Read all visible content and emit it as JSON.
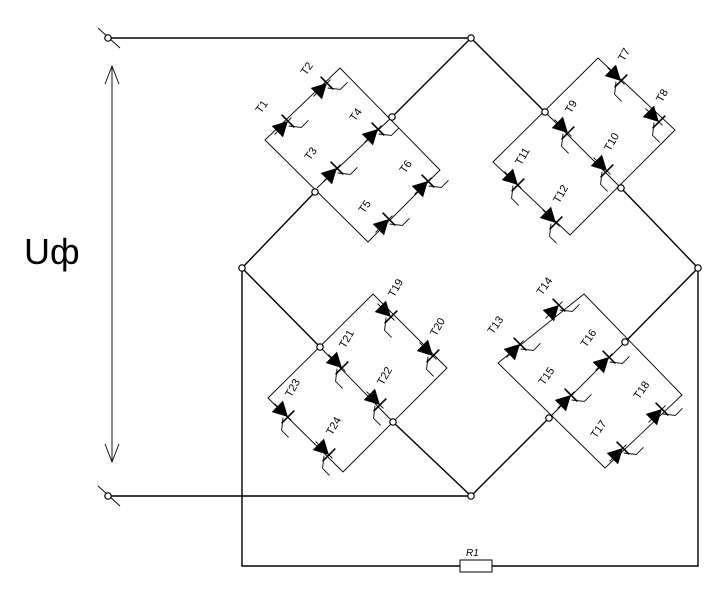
{
  "voltage_label": "Uф",
  "resistor_label": "R1",
  "thyristors": [
    "T1",
    "T2",
    "T3",
    "T4",
    "T5",
    "T6",
    "T7",
    "T8",
    "T9",
    "T10",
    "T11",
    "T12",
    "T13",
    "T14",
    "T15",
    "T16",
    "T17",
    "T18",
    "T19",
    "T20",
    "T21",
    "T22",
    "T23",
    "T24"
  ]
}
